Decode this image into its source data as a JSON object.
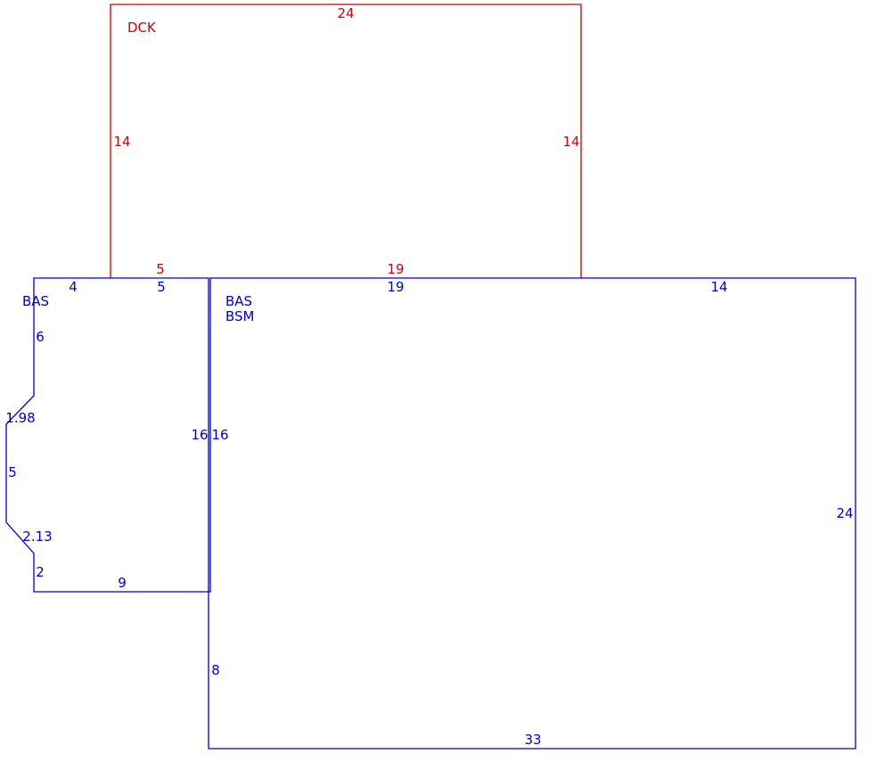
{
  "colors": {
    "main": "#0000c0",
    "deck": "#d00000"
  },
  "deck": {
    "code": "DCK",
    "top": "24",
    "left": "14",
    "right": "14",
    "bottom_left": "5",
    "bottom_right": "19"
  },
  "left_area": {
    "code": "BAS",
    "top_a": "4",
    "top_b": "5",
    "side_upper": "6",
    "diag_upper": "1.98",
    "side_mid": "5",
    "diag_lower": "2.13",
    "side_lower": "2",
    "bottom": "9",
    "right": "16"
  },
  "main_area": {
    "code_1": "BAS",
    "code_2": "BSM",
    "top_a": "19",
    "top_b": "14",
    "left_upper": "16",
    "left_lower": "8",
    "right": "24",
    "bottom": "33"
  }
}
